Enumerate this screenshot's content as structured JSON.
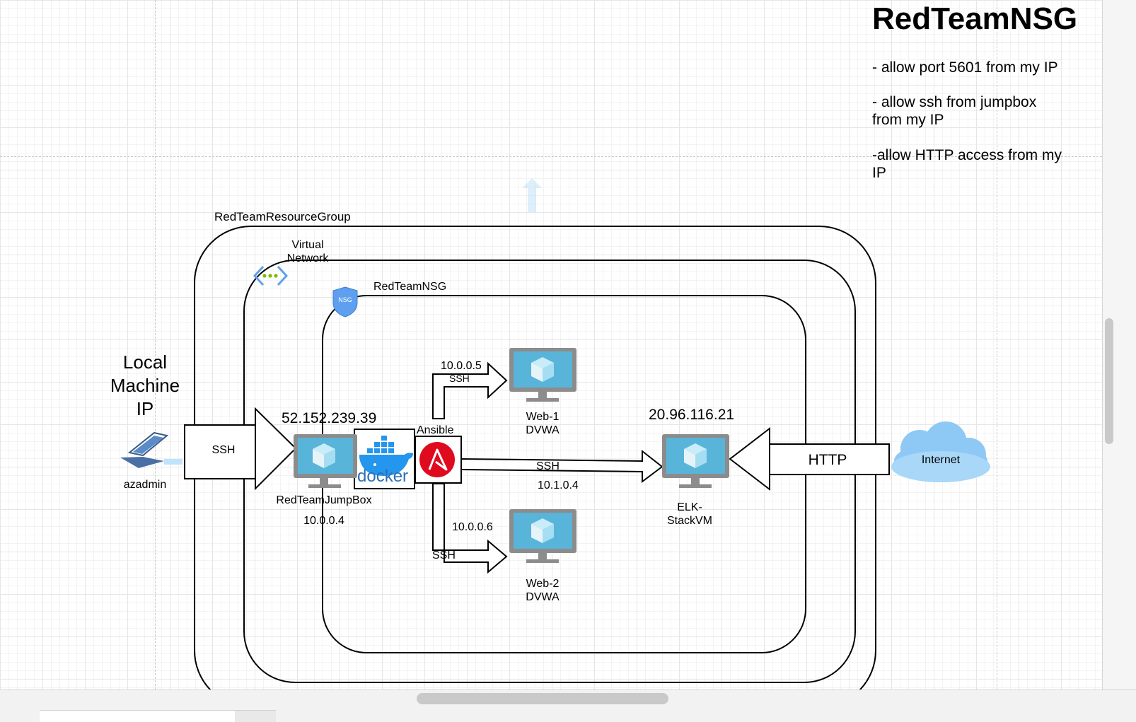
{
  "notes": {
    "title": "RedTeamNSG",
    "rules": [
      "- allow port 5601 from my IP",
      "- allow ssh from jumpbox\nfrom my IP",
      "-allow HTTP access from my\nIP"
    ]
  },
  "containers": {
    "resource_group": "RedTeamResourceGroup",
    "virtual_network": "Virtual\nNetwork",
    "nsg": "RedTeamNSG",
    "nsg_badge": "NSG"
  },
  "local_machine": {
    "title": "Local\nMachine\nIP",
    "user": "azadmin"
  },
  "edges": {
    "ssh_in": "SSH",
    "http_in": "HTTP",
    "ssh_web1": "SSH",
    "ssh_elk": "SSH",
    "ssh_web2": "SSH"
  },
  "jumpbox": {
    "public_ip": "52.152.239.39",
    "name": "RedTeamJumpBox",
    "private_ip": "10.0.0.4",
    "docker_label": "docker",
    "ansible_label": "Ansible"
  },
  "web1": {
    "ip": "10.0.0.5",
    "name": "Web-1\nDVWA"
  },
  "web2": {
    "ip": "10.0.0.6",
    "name": "Web-2\nDVWA"
  },
  "elk": {
    "public_ip": "20.96.116.21",
    "private_ip": "10.1.0.4",
    "name": "ELK-\nStackVM"
  },
  "internet": {
    "label": "Internet"
  },
  "colors": {
    "monitor_frame": "#8c8c8c",
    "monitor_screen": "#59b4d9",
    "cube_light": "#c9ecf9",
    "ansible_red": "#e00a1e",
    "docker_blue": "#2496ed",
    "cloud_blue": "#8ec9f5",
    "nsg_blue": "#5ea0ef",
    "vnet_green": "#7fba00"
  }
}
